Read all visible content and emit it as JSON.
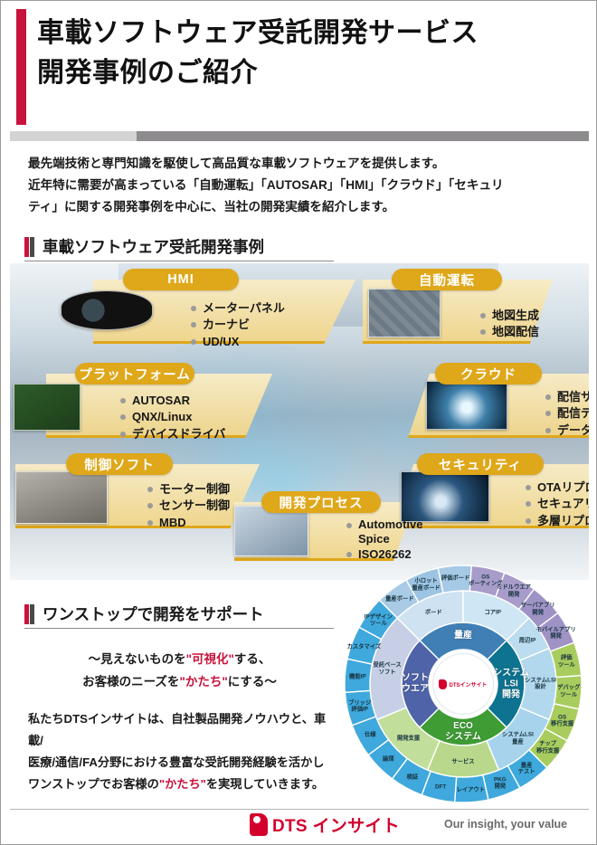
{
  "header": {
    "title_line1": "車載ソフトウェア受託開発サービス",
    "title_line2": "開発事例のご紹介",
    "accent_color": "#c8133c"
  },
  "intro": {
    "line1": "最先端技術と専門知識を駆使して高品質な車載ソフトウェアを提供します。",
    "line2": "近年特に需要が高まっている「自動運転」「AUTOSAR」「HMI」「クラウド」「セキュリ",
    "line3": "ティ」に関する開発事例を中心に、当社の開発実績を紹介します。"
  },
  "sections": {
    "cases_heading": "車載ソフトウェア受託開発事例",
    "onestop_heading": "ワンストップで開発をサポート"
  },
  "cards": [
    {
      "id": "hmi",
      "title": "HMI",
      "items": [
        "メーターパネル",
        "カーナビ",
        "UD/UX"
      ]
    },
    {
      "id": "autodrive",
      "title": "自動運転",
      "items": [
        "地図生成",
        "地図配信"
      ]
    },
    {
      "id": "platform",
      "title": "プラットフォーム",
      "items": [
        "AUTOSAR",
        "QNX/Linux",
        "デバイスドライバ"
      ]
    },
    {
      "id": "cloud",
      "title": "クラウド",
      "items": [
        "配信サーバ構築",
        "配信データ検証",
        "データ分析"
      ]
    },
    {
      "id": "control",
      "title": "制御ソフト",
      "items": [
        "モーター制御",
        "センサー制御",
        "MBD"
      ]
    },
    {
      "id": "security",
      "title": "セキュリティ",
      "items": [
        "OTAリプロ",
        "セキュアリプロ",
        "多層リプロ"
      ]
    },
    {
      "id": "process",
      "title": "開発プロセス",
      "items": [
        "Automotive Spice",
        "ISO26262"
      ]
    }
  ],
  "onestop": {
    "slogan_l1_a": "～見えないものを",
    "slogan_l1_hl": "\"可視化\"",
    "slogan_l1_b": "する、",
    "slogan_l2_a": "お客様のニーズを",
    "slogan_l2_hl": "\"かたち\"",
    "slogan_l2_b": "にする～",
    "body_l1": "私たちDTSインサイトは、自社製品開発ノウハウと、車載/",
    "body_l2": "医療/通信/FA分野における豊富な受託開発経験を活かし",
    "body_l3_a": "ワンストップでお客様の",
    "body_l3_hl": "\"かたち\"",
    "body_l3_b": "を実現していきます。"
  },
  "sunburst": {
    "hub_brand": "DTSインサイト",
    "inner": [
      {
        "label": "量産",
        "color": "#3f7fb5"
      },
      {
        "label": "システム\nLSI\n開発",
        "color": "#0d7391"
      },
      {
        "label": "ECO\nシステム",
        "color": "#3f9c35"
      },
      {
        "label": "ソフト\nウエア",
        "color": "#4e63a8"
      }
    ],
    "middle": [
      {
        "label": "ボード",
        "color": "#cfe2f2"
      },
      {
        "label": "コアIP",
        "color": "#cfe6f4"
      },
      {
        "label": "周辺IP",
        "color": "#bcdcef"
      },
      {
        "label": "システムLSI\n設計",
        "color": "#b2d8ee"
      },
      {
        "label": "システムLSI\n量産",
        "color": "#a7d3ec"
      },
      {
        "label": "サービス",
        "color": "#b9d88c"
      },
      {
        "label": "開発支援",
        "color": "#c2de9b"
      },
      {
        "label": "受託ベース\nソフト",
        "color": "#c7cfe6"
      }
    ],
    "outer": [
      {
        "label": "量産ボード",
        "color": "#a9cbe6"
      },
      {
        "label": "小ロット\n量産ボード",
        "color": "#9dc4e2"
      },
      {
        "label": "評価ボード",
        "color": "#a6c9e5"
      },
      {
        "label": "OS\nポーティング",
        "color": "#a89ccb"
      },
      {
        "label": "ミドルウエア\n開発",
        "color": "#a89ccb"
      },
      {
        "label": "サーバアプリ\n開発",
        "color": "#9f93c6"
      },
      {
        "label": "モバイルアプリ\n開発",
        "color": "#9f93c6"
      },
      {
        "label": "評価\nツール",
        "color": "#a8cc5d"
      },
      {
        "label": "デバッグ\nツール",
        "color": "#a8cc5d"
      },
      {
        "label": "OS\n移行支援",
        "color": "#a8cc5d"
      },
      {
        "label": "チップ\n移行支援",
        "color": "#a8cc5d"
      },
      {
        "label": "量産\nテスト",
        "color": "#3fa8dc"
      },
      {
        "label": "PKG\n開発",
        "color": "#3fa8dc"
      },
      {
        "label": "レイアウト",
        "color": "#3fa8dc"
      },
      {
        "label": "DFT",
        "color": "#3fa8dc"
      },
      {
        "label": "検証",
        "color": "#3fa8dc"
      },
      {
        "label": "論理",
        "color": "#3fa8dc"
      },
      {
        "label": "仕様",
        "color": "#3fa8dc"
      },
      {
        "label": "ブリッジ\n評価IP",
        "color": "#3fa8dc"
      },
      {
        "label": "機能IP",
        "color": "#3fa8dc"
      },
      {
        "label": "カスタマイズ",
        "color": "#3fa8dc"
      },
      {
        "label": "IPデザイン\nツール",
        "color": "#3fa8dc"
      }
    ]
  },
  "footer": {
    "brand": "DTS インサイト",
    "tagline": "Our insight, your value"
  }
}
